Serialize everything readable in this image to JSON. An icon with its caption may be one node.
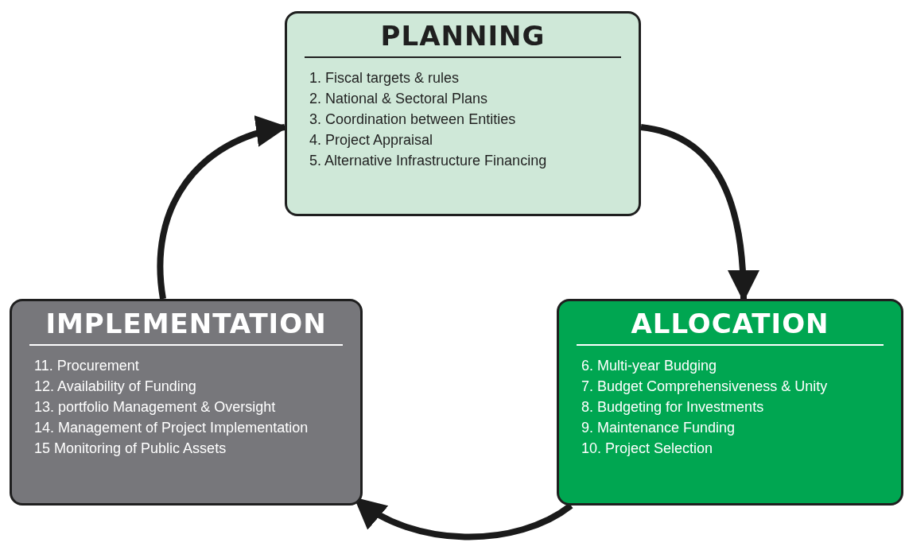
{
  "diagram": {
    "nodes": [
      {
        "text": [
          "PLANNING",
          "1. Fiscal targets & rules",
          "2. National & Sectoral Plans",
          "3. Coordination between Entities",
          "4. Project Appraisal",
          "5. Alternative Infrastructure Financing"
        ]
      },
      {
        "text": [
          "ALLOCATION",
          "6. Multi-year Budging",
          "7. Budget Comprehensiveness & Unity",
          "8. Budgeting for Investments",
          "9. Maintenance Funding",
          "10. Project Selection"
        ]
      },
      {
        "text": [
          "IMPLEMENTATION",
          "11. Procurement",
          "12. Availability of Funding",
          "13. portfolio Management & Oversight",
          "14. Management of Project Implementation",
          "15 Monitoring of Public Assets"
        ]
      }
    ],
    "edges": [
      {
        "from": 0,
        "to": 1,
        "arrow": "to"
      },
      {
        "from": 1,
        "to": 2,
        "arrow": "to"
      },
      {
        "from": 2,
        "to": 0,
        "arrow": "to"
      }
    ]
  }
}
